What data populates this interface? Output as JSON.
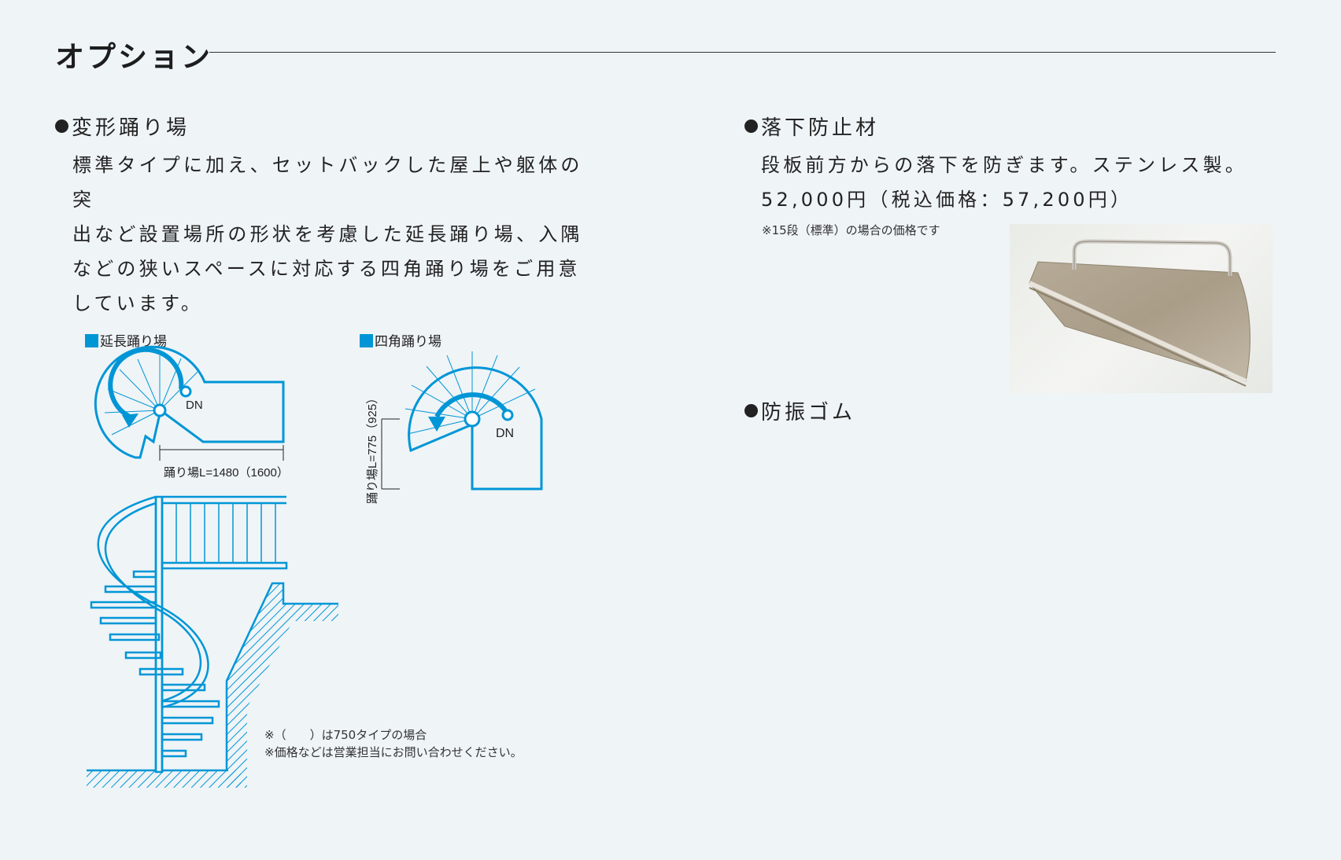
{
  "page": {
    "title": "オプション"
  },
  "sections": {
    "landing": {
      "heading": "変形踊り場",
      "body": [
        "標準タイプに加え、セットバックした屋上や躯体の突",
        "出など設置場所の形状を考慮した延長踊り場、入隅",
        "などの狭いスペースに対応する四角踊り場をご用意",
        "しています。"
      ]
    },
    "fall_prevention": {
      "heading": "落下防止材",
      "body": "段板前方からの落下を防ぎます。ステンレス製。",
      "price": "52,000円（税込価格：57,200円）",
      "note": "※15段（標準）の場合の価格です"
    },
    "vibration": {
      "heading": "防振ゴム"
    }
  },
  "diagrams": {
    "extended": {
      "label": "延長踊り場",
      "dn": "DN",
      "dimension": "踊り場L=1480（1600）"
    },
    "square": {
      "label": "四角踊り場",
      "dn": "DN",
      "dimension": "踊り場L=775（925）"
    },
    "notes": [
      "※（　　）は750タイプの場合",
      "※価格などは営業担当にお問い合わせください。"
    ]
  },
  "colors": {
    "accent_blue": "#0096d6",
    "background": "#eff4f7",
    "text": "#222222"
  }
}
